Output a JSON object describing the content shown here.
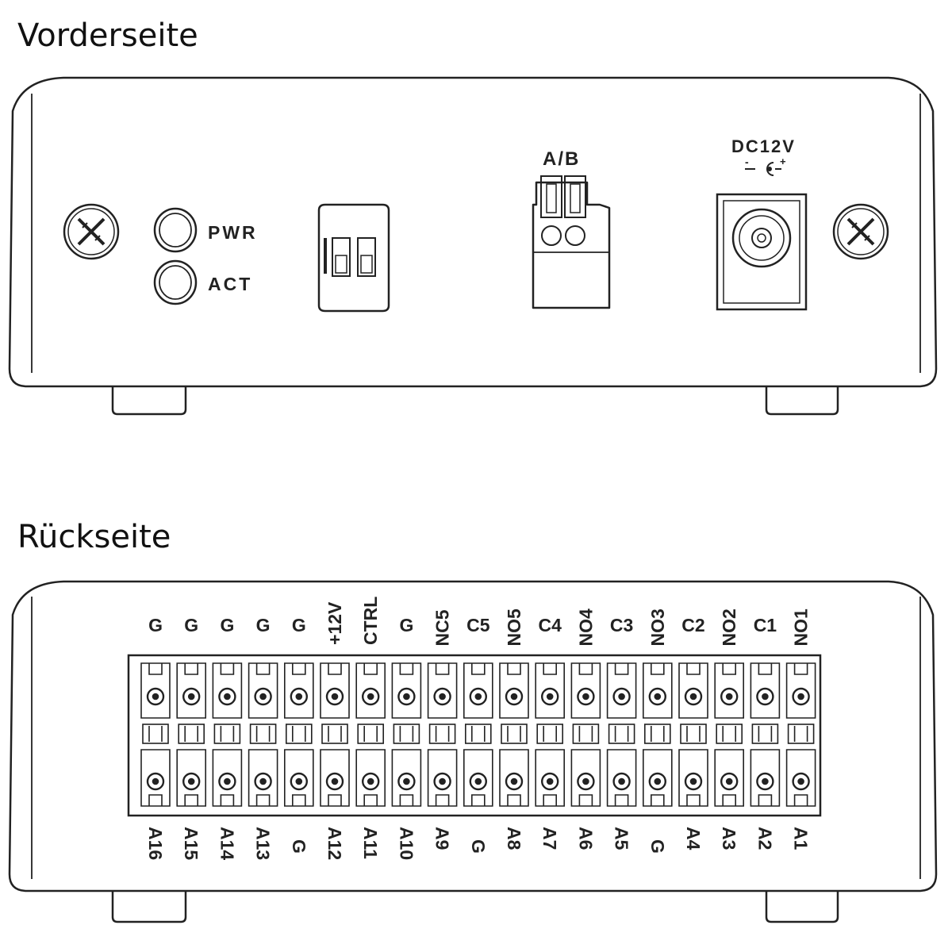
{
  "front": {
    "title": "Vorderseite",
    "labels": {
      "pwr": "PWR",
      "act": "ACT",
      "ab": "A/B",
      "dc": "DC12V",
      "polarity_minus": "-",
      "polarity_plus": "+"
    }
  },
  "back": {
    "title": "Rückseite",
    "top_labels": [
      "G",
      "G",
      "G",
      "G",
      "G",
      "+12V",
      "CTRL",
      "G",
      "NC5",
      "C5",
      "NO5",
      "C4",
      "NO4",
      "C3",
      "NO3",
      "C2",
      "NO2",
      "C1",
      "NO1"
    ],
    "bottom_labels": [
      "A16",
      "A15",
      "A14",
      "A13",
      "G",
      "A12",
      "A11",
      "A10",
      "A9",
      "G",
      "A8",
      "A7",
      "A6",
      "A5",
      "G",
      "A4",
      "A3",
      "A2",
      "A1"
    ]
  },
  "icons": {
    "screw": "screw-icon",
    "led": "led-icon",
    "dip_switch": "dip-switch-icon",
    "rs485_connector": "rs485-connector-icon",
    "dc_jack": "dc-jack-icon",
    "terminal_block": "terminal-block-icon",
    "foot": "foot-icon"
  }
}
